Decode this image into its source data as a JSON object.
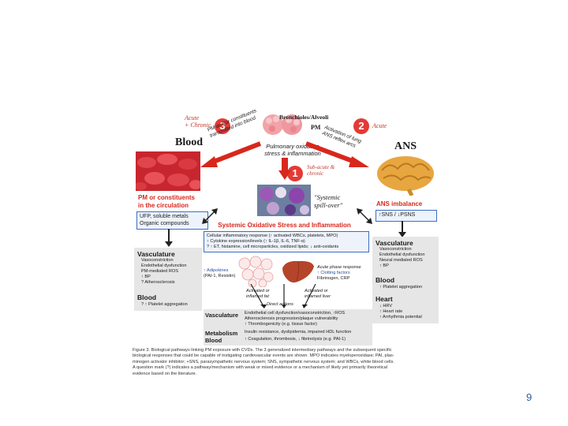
{
  "labels": {
    "blood": "Blood",
    "ans": "ANS",
    "bronchioles": "Bronchioles/Alveoli",
    "pm": "PM",
    "pulmonary": [
      "Pulmonary oxidative",
      "stress & inflammation"
    ],
    "systemic_spill": [
      "\"Systemic",
      "spill-over\""
    ],
    "num1": "1",
    "num2": "2",
    "num3": "3",
    "acute_chronic_3": [
      "Acute",
      "+ Chronic"
    ],
    "acute_2": "Acute",
    "subacute_1": [
      "Sub-acute &",
      "chronic"
    ],
    "pathway3_text": [
      "PM and/or constituents",
      "transmitted into blood"
    ],
    "pathway2_text": [
      "Activation of lung",
      "ANS reflex arcs"
    ]
  },
  "left_panel": {
    "title": [
      "PM or constituents",
      "in the circulation"
    ],
    "ufp": [
      "UFP, soluble metals",
      "Organic compounds"
    ],
    "vasc_title": "Vasculature",
    "vasc_items": [
      "Vasoconstriction",
      "Endothelial dysfunction",
      "PM-mediated ROS",
      "↑ BP",
      "? Atherosclerosis"
    ],
    "blood_title": "Blood",
    "blood_items": [
      "? ↑ Platelet aggregation"
    ]
  },
  "right_panel": {
    "title": "ANS imbalance",
    "sns": "↑SNS / ↓PSNS",
    "vasc_title": "Vasculature",
    "vasc_items": [
      "Vasoconstriction",
      "Endothelial dysfunction",
      "Neural mediated ROS",
      "↑ BP"
    ],
    "blood_title": "Blood",
    "blood_items": [
      "↑ Platelet aggregation"
    ],
    "heart_title": "Heart",
    "heart_items": [
      "↓ HRV",
      "↑ Heart rate",
      "↑ Arrhythmia potential"
    ]
  },
  "center": {
    "title": "Systemic Oxidative Stress and Inflammation",
    "cellular": [
      "Cellular inflammatory response (↑ activated WBCs, platelets, MPO)",
      "↑ Cytokine expression/levels (↑ IL-1β, IL-6, TNF-α)",
      "? ↑ ET, histamine, cell microparticles, oxidized lipids; ↓ anti-oxidants"
    ],
    "adipokines": [
      "↑ Adipokines",
      "(PAI-1, Resistin)"
    ],
    "acute_phase": [
      "Acute phase response",
      "↑ Clotting factors",
      "Fibrinogen, CRP"
    ],
    "activated_inflamed_fat": [
      "Activated or",
      "inflamed fat"
    ],
    "activated_inflamed_liver": [
      "Activated or",
      "inflamed liver"
    ],
    "direct_actions": "Direct actions",
    "vasc_label": "Vasculature",
    "vasc_text": [
      "Endothelial cell dysfunction/vasoconstriction, ↑ROS",
      "Atherosclerosis progression/plaque vulnerability",
      "↑ Thrombogenicity (e.g. tissue factor)"
    ],
    "metabolism_label": "Metabolism",
    "metabolism_text": "Insulin resistance, dyslipidemia, impaired HDL function",
    "blood_label": "Blood",
    "blood_text": "↑ Coagulation, thrombosis, ↓ fibrinolysis (e.g. PAI-1)"
  },
  "caption": [
    "Figure 3. Biological pathways linking PM exposure with CVDs. The 3 generalized intermediary pathways and the subsequent specific",
    "biological responses that could be capable of instigating cardiovascular events are shown. MPO indicates myeloperoxidase; PAI, plas-",
    "minogen activator inhibitor; +SNS, parasympathetic nervous system; SNS, sympathetic nervous system; and WBCs, white blood cells.",
    "A question mark (?) indicates a pathway/mechanism with weak or mixed evidence or a mechanism of likely yet primarily theoretical",
    "evidence based on the literature."
  ],
  "page_number": "9"
}
